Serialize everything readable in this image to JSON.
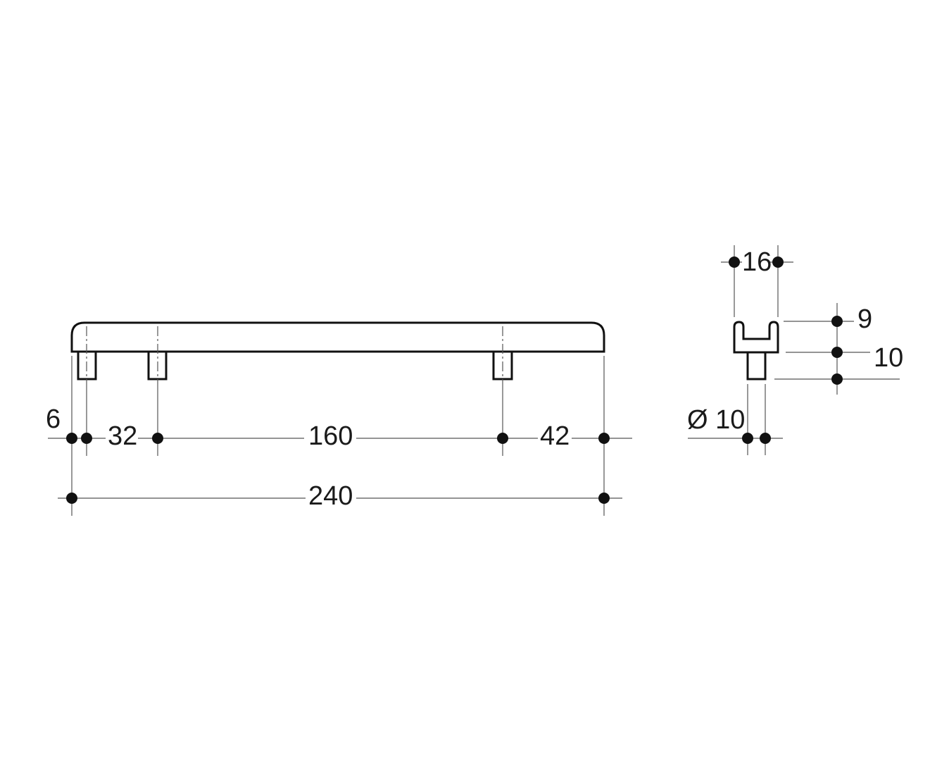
{
  "drawing": {
    "front_view": {
      "dimensions": {
        "end_offset": "6",
        "first_spacing": "32",
        "middle_spacing": "160",
        "end_spacing": "42",
        "total_length": "240"
      }
    },
    "side_view": {
      "dimensions": {
        "width": "16",
        "head_height": "9",
        "stem_height": "10",
        "stem_diameter": "Ø 10"
      }
    }
  }
}
